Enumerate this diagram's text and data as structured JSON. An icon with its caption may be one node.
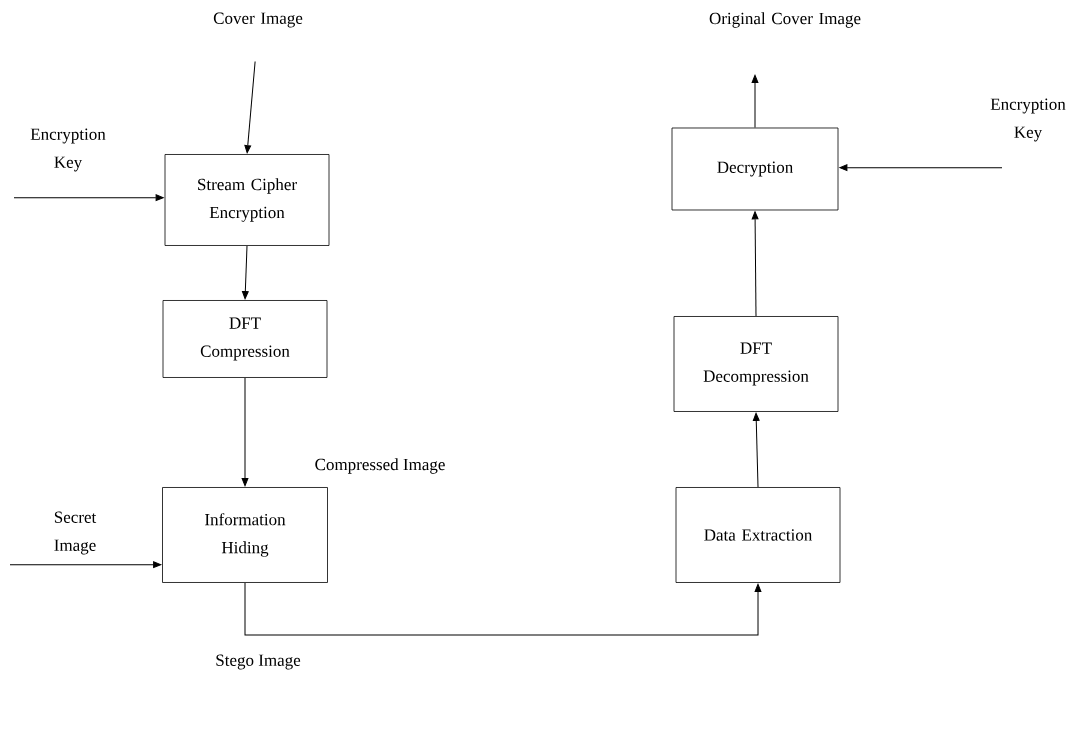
{
  "diagram": {
    "nodes": [
      {
        "text": [
          "Cover Image"
        ]
      },
      {
        "text": [
          "Encryption Key"
        ]
      },
      {
        "text": [
          "Stream Cipher Encryption"
        ]
      },
      {
        "text": [
          "DFT Compression"
        ]
      },
      {
        "text": [
          "Secret Image"
        ]
      },
      {
        "text": [
          "Information Hiding"
        ]
      },
      {
        "text": [
          "Data Extraction"
        ]
      },
      {
        "text": [
          "DFT Decompression"
        ]
      },
      {
        "text": [
          "Decryption"
        ]
      },
      {
        "text": [
          "Original Cover Image"
        ]
      },
      {
        "text": [
          "Encryption Key"
        ]
      }
    ],
    "edges": [
      {
        "from": 0,
        "to": 2,
        "arrow": "to"
      },
      {
        "from": 1,
        "to": 2,
        "arrow": "to"
      },
      {
        "from": 2,
        "to": 3,
        "arrow": "to"
      },
      {
        "from": 3,
        "to": 5,
        "arrow": "to",
        "label": "Compressed Image"
      },
      {
        "from": 4,
        "to": 5,
        "arrow": "to"
      },
      {
        "from": 5,
        "to": 6,
        "arrow": "to",
        "label": "Stego Image"
      },
      {
        "from": 6,
        "to": 7,
        "arrow": "to"
      },
      {
        "from": 7,
        "to": 8,
        "arrow": "to"
      },
      {
        "from": 8,
        "to": 9,
        "arrow": "to"
      },
      {
        "from": 10,
        "to": 8,
        "arrow": "to"
      }
    ]
  }
}
